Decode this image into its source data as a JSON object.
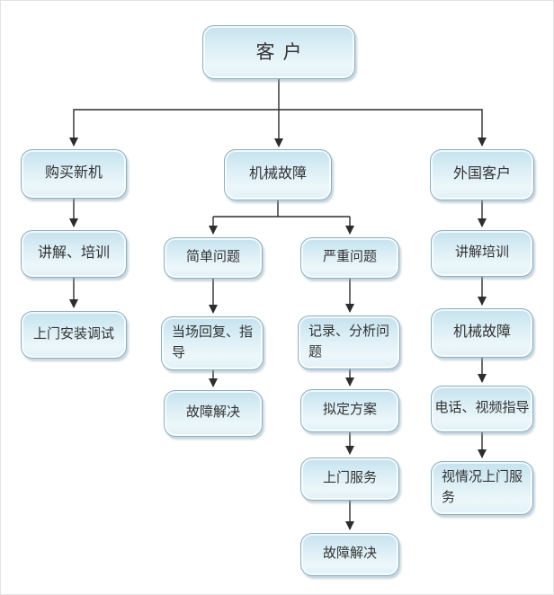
{
  "diagram": {
    "type": "flowchart",
    "colors": {
      "node_fill_top": "#c4e2ee",
      "node_fill_bottom": "#ecf7fa",
      "node_border": "#8bb0c2",
      "connector": "#2d2d2d",
      "text": "#333333"
    },
    "nodes": {
      "customer": "客户",
      "buy_new_machine": "购买新机",
      "mechanical_failure": "机械故障",
      "foreign_customer": "外国客户",
      "explain_training": "讲解、培训",
      "onsite_install_debug": "上门安装调试",
      "simple_problem": "简单问题",
      "serious_problem": "严重问题",
      "onsite_reply_guidance": "当场回复、指导",
      "fault_resolved_1": "故障解决",
      "record_analyze_problem": "记录、分析问题",
      "draft_plan": "拟定方案",
      "onsite_service": "上门服务",
      "fault_resolved_2": "故障解决",
      "explain_training_2": "讲解培训",
      "mechanical_failure_2": "机械故障",
      "phone_video_guidance": "电话、视频指导",
      "onsite_service_as_needed": "视情况上门服务"
    },
    "edges": [
      {
        "from": "customer",
        "to": "buy_new_machine"
      },
      {
        "from": "customer",
        "to": "mechanical_failure"
      },
      {
        "from": "customer",
        "to": "foreign_customer"
      },
      {
        "from": "buy_new_machine",
        "to": "explain_training"
      },
      {
        "from": "explain_training",
        "to": "onsite_install_debug"
      },
      {
        "from": "mechanical_failure",
        "to": "simple_problem"
      },
      {
        "from": "mechanical_failure",
        "to": "serious_problem"
      },
      {
        "from": "simple_problem",
        "to": "onsite_reply_guidance"
      },
      {
        "from": "onsite_reply_guidance",
        "to": "fault_resolved_1"
      },
      {
        "from": "serious_problem",
        "to": "record_analyze_problem"
      },
      {
        "from": "record_analyze_problem",
        "to": "draft_plan"
      },
      {
        "from": "draft_plan",
        "to": "onsite_service"
      },
      {
        "from": "onsite_service",
        "to": "fault_resolved_2"
      },
      {
        "from": "foreign_customer",
        "to": "explain_training_2"
      },
      {
        "from": "explain_training_2",
        "to": "mechanical_failure_2"
      },
      {
        "from": "mechanical_failure_2",
        "to": "phone_video_guidance"
      },
      {
        "from": "phone_video_guidance",
        "to": "onsite_service_as_needed"
      }
    ]
  }
}
